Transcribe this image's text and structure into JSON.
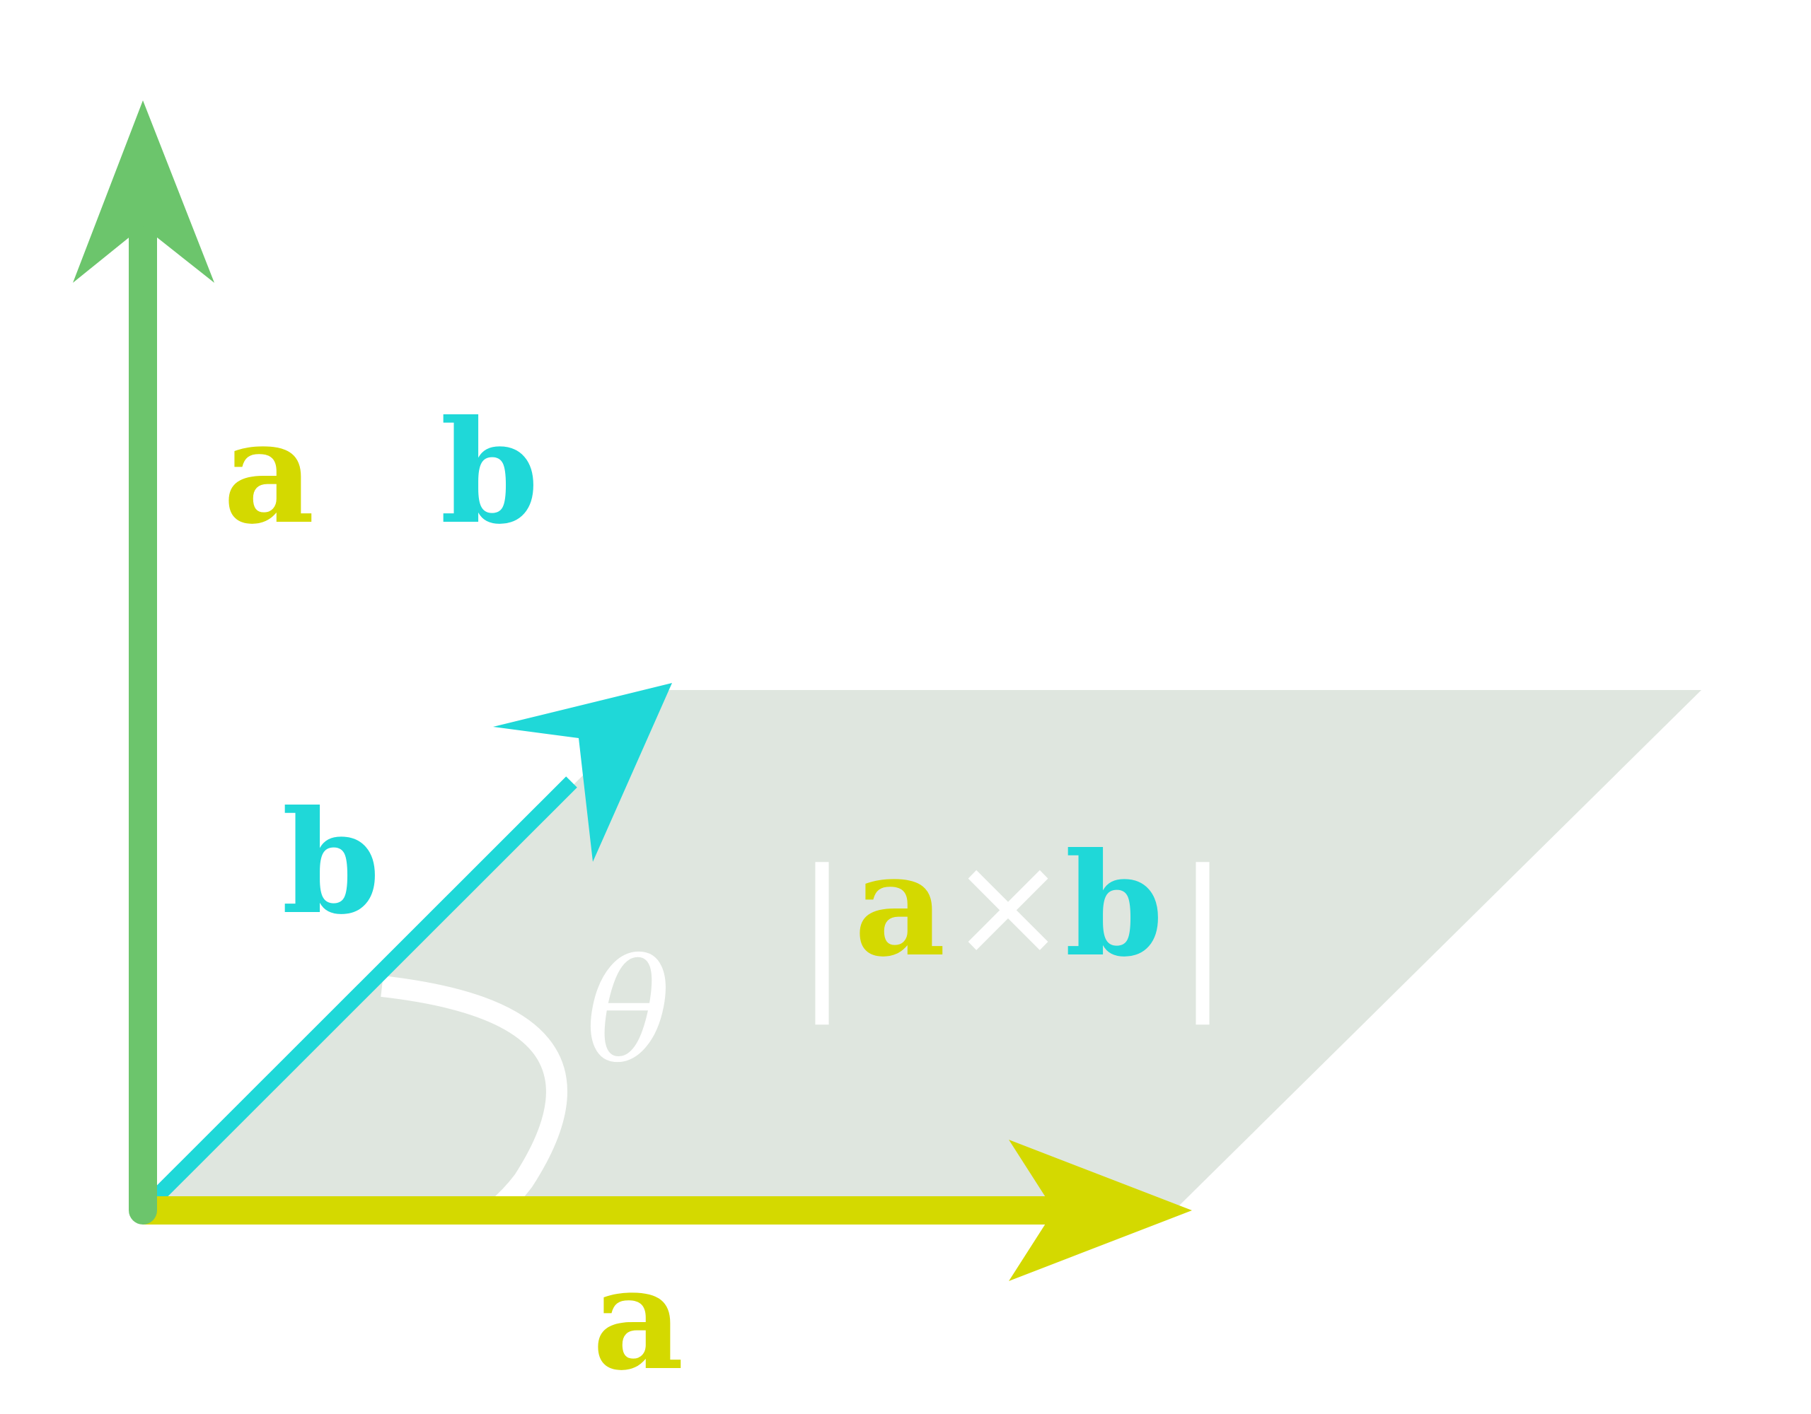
{
  "colors": {
    "background": "#ffffff",
    "parallelogram": "#dfe6df",
    "vector_a": "#d4d900",
    "vector_b": "#1fd8d8",
    "vector_cross": "#6cc56c",
    "theta_arc": "#ffffff"
  },
  "labels": {
    "a_axis": "a",
    "b_axis": "b",
    "a_top": "a",
    "b_top": "b",
    "theta": "θ",
    "bar_left": "|",
    "formula_a": "a",
    "formula_times": "×",
    "formula_b": "b",
    "bar_right": "|"
  }
}
